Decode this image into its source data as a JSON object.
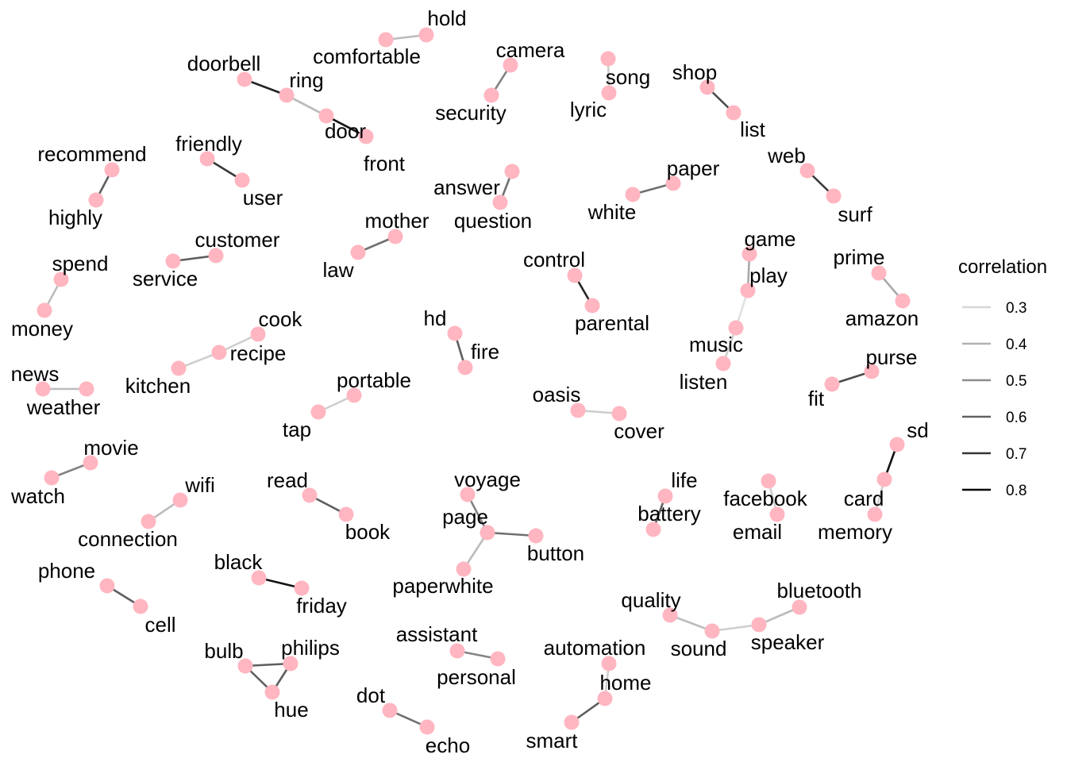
{
  "styles": {
    "node_color": "#ffb6c1",
    "text_color": "#000000"
  },
  "legend": {
    "title": "correlation",
    "entries": [
      {
        "label": "0.3",
        "value": 0.3,
        "color": "#d6d6d6"
      },
      {
        "label": "0.4",
        "value": 0.4,
        "color": "#b2b2b2"
      },
      {
        "label": "0.5",
        "value": 0.5,
        "color": "#8c8c8c"
      },
      {
        "label": "0.6",
        "value": 0.6,
        "color": "#626262"
      },
      {
        "label": "0.7",
        "value": 0.7,
        "color": "#363636"
      },
      {
        "label": "0.8",
        "value": 0.8,
        "color": "#000000"
      }
    ]
  },
  "nodes": [
    "hold",
    "comfortable",
    "camera",
    "security",
    "song",
    "lyric",
    "shop",
    "list",
    "doorbell",
    "ring",
    "door",
    "front",
    "friendly",
    "user",
    "recommend",
    "highly",
    "answer",
    "question",
    "paper",
    "white",
    "web",
    "surf",
    "customer",
    "service",
    "mother",
    "law",
    "spend",
    "money",
    "control",
    "parental",
    "game",
    "play",
    "music",
    "listen",
    "prime",
    "amazon",
    "cook",
    "recipe",
    "kitchen",
    "hd",
    "fire",
    "news",
    "weather",
    "portable",
    "tap",
    "purse",
    "fit",
    "oasis",
    "cover",
    "sd",
    "card",
    "memory",
    "movie",
    "watch",
    "wifi",
    "connection",
    "read",
    "book",
    "voyage",
    "page",
    "button",
    "paperwhite",
    "life",
    "battery",
    "facebook",
    "email",
    "phone",
    "cell",
    "black",
    "friday",
    "quality",
    "sound",
    "speaker",
    "bluetooth",
    "assistant",
    "personal",
    "automation",
    "home",
    "smart",
    "bulb",
    "philips",
    "hue",
    "dot",
    "echo"
  ],
  "edges": [
    {
      "from": "comfortable",
      "to": "hold",
      "correlation": 0.35
    },
    {
      "from": "security",
      "to": "camera",
      "correlation": 0.5
    },
    {
      "from": "song",
      "to": "lyric",
      "correlation": 0.3
    },
    {
      "from": "shop",
      "to": "list",
      "correlation": 0.65
    },
    {
      "from": "doorbell",
      "to": "ring",
      "correlation": 0.75
    },
    {
      "from": "ring",
      "to": "door",
      "correlation": 0.4
    },
    {
      "from": "door",
      "to": "front",
      "correlation": 0.55
    },
    {
      "from": "ring",
      "to": "front",
      "correlation": 0.35
    },
    {
      "from": "door",
      "to": "front",
      "correlation": 0.8
    },
    {
      "from": "friendly",
      "to": "user",
      "correlation": 0.7
    },
    {
      "from": "recommend",
      "to": "highly",
      "correlation": 0.6
    },
    {
      "from": "answer",
      "to": "question",
      "correlation": 0.55
    },
    {
      "from": "white",
      "to": "paper",
      "correlation": 0.55
    },
    {
      "from": "web",
      "to": "surf",
      "correlation": 0.7
    },
    {
      "from": "service",
      "to": "customer",
      "correlation": 0.6
    },
    {
      "from": "law",
      "to": "mother",
      "correlation": 0.55
    },
    {
      "from": "spend",
      "to": "money",
      "correlation": 0.35
    },
    {
      "from": "control",
      "to": "parental",
      "correlation": 0.75
    },
    {
      "from": "game",
      "to": "play",
      "correlation": 0.4
    },
    {
      "from": "play",
      "to": "music",
      "correlation": 0.25
    },
    {
      "from": "music",
      "to": "listen",
      "correlation": 0.3
    },
    {
      "from": "prime",
      "to": "amazon",
      "correlation": 0.4
    },
    {
      "from": "kitchen",
      "to": "recipe",
      "correlation": 0.3
    },
    {
      "from": "recipe",
      "to": "cook",
      "correlation": 0.3
    },
    {
      "from": "hd",
      "to": "fire",
      "correlation": 0.6
    },
    {
      "from": "news",
      "to": "weather",
      "correlation": 0.35
    },
    {
      "from": "tap",
      "to": "portable",
      "correlation": 0.3
    },
    {
      "from": "fit",
      "to": "purse",
      "correlation": 0.65
    },
    {
      "from": "oasis",
      "to": "cover",
      "correlation": 0.3
    },
    {
      "from": "sd",
      "to": "card",
      "correlation": 0.8
    },
    {
      "from": "card",
      "to": "memory",
      "correlation": 0.3
    },
    {
      "from": "watch",
      "to": "movie",
      "correlation": 0.5
    },
    {
      "from": "connection",
      "to": "wifi",
      "correlation": 0.35
    },
    {
      "from": "read",
      "to": "book",
      "correlation": 0.6
    },
    {
      "from": "voyage",
      "to": "page",
      "correlation": 0.5
    },
    {
      "from": "page",
      "to": "button",
      "correlation": 0.55
    },
    {
      "from": "page",
      "to": "paperwhite",
      "correlation": 0.35
    },
    {
      "from": "life",
      "to": "battery",
      "correlation": 0.6
    },
    {
      "from": "facebook",
      "to": "email",
      "correlation": 0.3
    },
    {
      "from": "phone",
      "to": "cell",
      "correlation": 0.6
    },
    {
      "from": "black",
      "to": "friday",
      "correlation": 0.8
    },
    {
      "from": "quality",
      "to": "sound",
      "correlation": 0.35
    },
    {
      "from": "sound",
      "to": "speaker",
      "correlation": 0.3
    },
    {
      "from": "speaker",
      "to": "bluetooth",
      "correlation": 0.35
    },
    {
      "from": "assistant",
      "to": "personal",
      "correlation": 0.5
    },
    {
      "from": "automation",
      "to": "home",
      "correlation": 0.3
    },
    {
      "from": "home",
      "to": "smart",
      "correlation": 0.6
    },
    {
      "from": "bulb",
      "to": "philips",
      "correlation": 0.6
    },
    {
      "from": "bulb",
      "to": "hue",
      "correlation": 0.6
    },
    {
      "from": "philips",
      "to": "hue",
      "correlation": 0.6
    },
    {
      "from": "dot",
      "to": "echo",
      "correlation": 0.55
    }
  ]
}
